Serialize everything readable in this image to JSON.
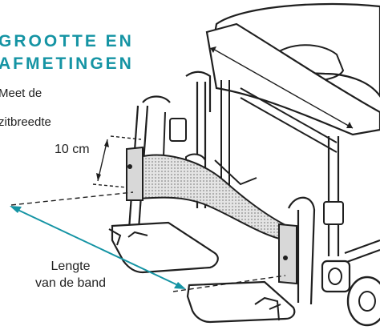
{
  "heading": {
    "line1": "GROOTTE EN",
    "line2": "AFMETINGEN"
  },
  "instructions": {
    "line1": "Meet de",
    "line2": "zitbreedte"
  },
  "strap_height_label": "10 cm",
  "strap_length_label": {
    "line1": "Lengte",
    "line2": "van de band"
  },
  "colors": {
    "accent": "#1594a4",
    "strap": "#d8d8d8",
    "outline": "#1f1f1f"
  },
  "icons": [
    "wheelchair-illustration",
    "leg-strap",
    "measure-arrow"
  ]
}
